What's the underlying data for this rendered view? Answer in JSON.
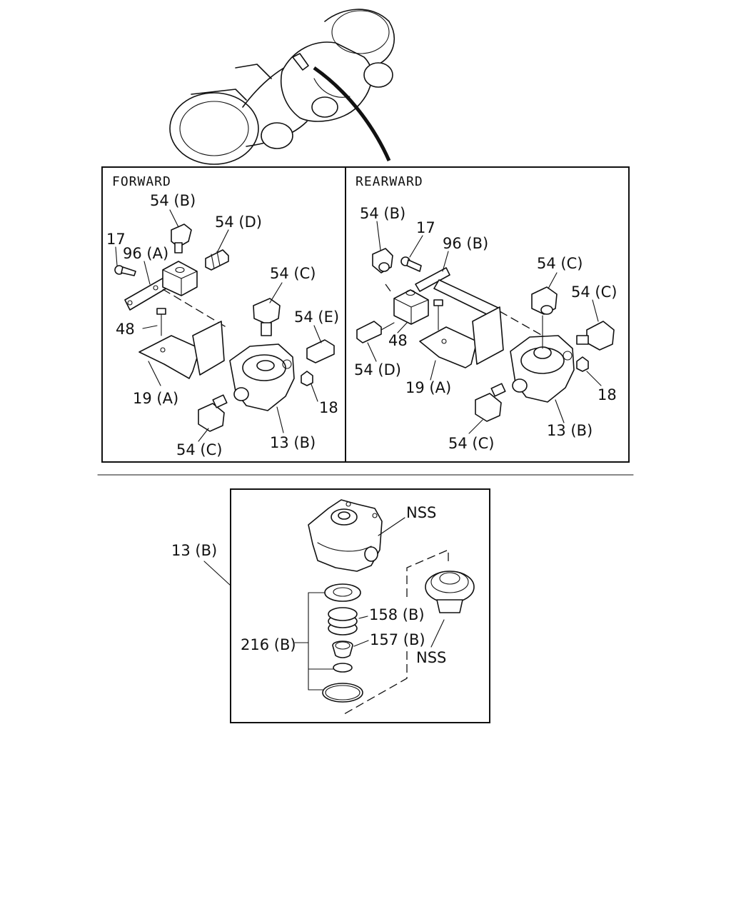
{
  "sections": {
    "forward_title": "FORWARD",
    "rearward_title": "REARWARD"
  },
  "forward": {
    "labels": {
      "p54b": "54 (B)",
      "p54d": "54 (D)",
      "p17": "17",
      "p96a": "96 (A)",
      "p54c_top": "54 (C)",
      "p54e": "54 (E)",
      "p48": "48",
      "p19a": "19 (A)",
      "p18": "18",
      "p13b": "13 (B)",
      "p54c_bottom": "54 (C)"
    }
  },
  "rearward": {
    "labels": {
      "p54b": "54 (B)",
      "p17": "17",
      "p96b": "96 (B)",
      "p54c_top": "54 (C)",
      "p54c_right": "54 (C)",
      "p48": "48",
      "p54d": "54 (D)",
      "p19a": "19 (A)",
      "p18": "18",
      "p13b": "13 (B)",
      "p54c_bottom": "54 (C)"
    }
  },
  "detail": {
    "labels": {
      "p13b": "13 (B)",
      "nss_top": "NSS",
      "p158b": "158 (B)",
      "p216b": "216 (B)",
      "p157b": "157 (B)",
      "nss_bottom": "NSS"
    }
  }
}
